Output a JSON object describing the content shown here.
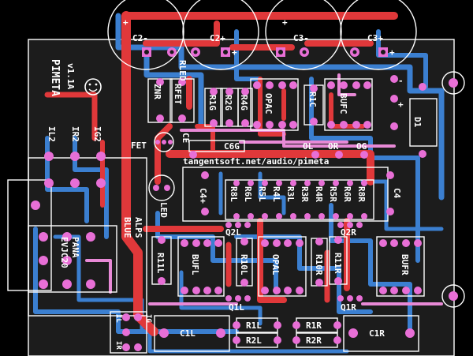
{
  "board": {
    "url": "tangentsoft.net/audio/pimeta",
    "brand": "PIMETA",
    "version": "v1.1A",
    "alps_line1": "ALPS",
    "alps_line2": "BLUE",
    "pana_line1": "PANA",
    "pana_line2": "EVJC20"
  },
  "labels": {
    "c2m": "C2-",
    "c2p": "C2+",
    "c3m": "C3-",
    "c3p": "C3+",
    "rled": "RLED",
    "rfet": "RFET",
    "zd": "ZNR",
    "r1g": "R1G",
    "r2g": "R2G",
    "r4g": "R4G",
    "opac": "OPAC",
    "r1c": "R1C",
    "bufc": "BUFC",
    "d1": "D1",
    "fet": "FET",
    "ce": "CE",
    "c6g": "C6G",
    "ol": "OL",
    "or": "OR",
    "og": "OG",
    "il2": "IL2",
    "ir2": "IR2",
    "ig2": "IG2",
    "c4p": "C4+",
    "c4": "C4",
    "led": "LED",
    "r8l": "R8L",
    "r6l": "R6L",
    "r5l": "R5L",
    "r4l": "R4L",
    "r3l": "R3L",
    "r3r": "R3R",
    "r4r": "R4R",
    "r5r": "R5R",
    "r6r": "R6R",
    "r8r": "R8R",
    "q2l": "Q2L",
    "q2r": "Q2R",
    "r11l": "R11L",
    "bufl": "BUFL",
    "r10l": "R10L",
    "opal": "OPAL",
    "r10r": "R10R",
    "r11r": "R11R",
    "bufr": "BUFR",
    "q1l": "Q1L",
    "q1r": "Q1R",
    "il": "IL",
    "ir": "IR",
    "ig": "IG",
    "c1l": "C1L",
    "c1r": "C1R",
    "r1l": "R1L",
    "r2l": "R2L",
    "r1r": "R1R",
    "r2r": "R2R",
    "plus": "+",
    "minus": "-"
  },
  "colors": {
    "background": "#000000",
    "top_copper": "#e0383a",
    "bottom_copper": "#3b7fd0",
    "pads": "#e86fd6",
    "silkscreen": "#ffffff"
  }
}
